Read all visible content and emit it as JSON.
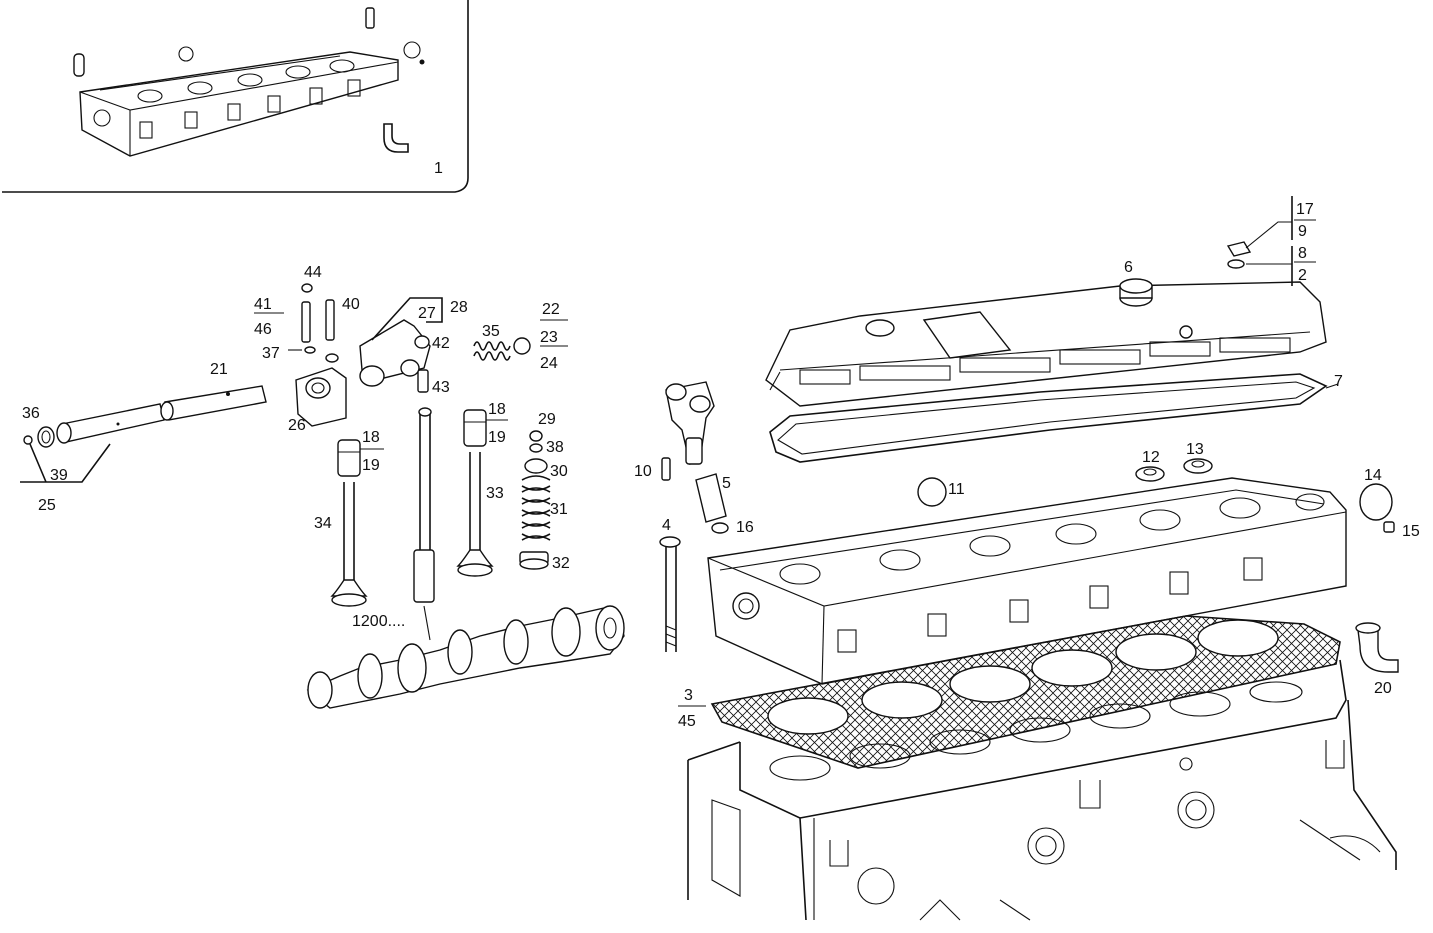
{
  "labels": {
    "l1": "1",
    "l2": "2",
    "l3": "3",
    "l4": "4",
    "l5": "5",
    "l6": "6",
    "l7": "7",
    "l8": "8",
    "l9": "9",
    "l10": "10",
    "l11": "11",
    "l12": "12",
    "l13": "13",
    "l14": "14",
    "l15": "15",
    "l16": "16",
    "l17": "17",
    "l18a": "18",
    "l18b": "18",
    "l19a": "19",
    "l19b": "19",
    "l20": "20",
    "l21": "21",
    "l22": "22",
    "l23": "23",
    "l24": "24",
    "l25": "25",
    "l26": "26",
    "l27": "27",
    "l28": "28",
    "l29": "29",
    "l30": "30",
    "l31": "31",
    "l32": "32",
    "l33": "33",
    "l34": "34",
    "l35": "35",
    "l36": "36",
    "l37": "37",
    "l38": "38",
    "l39": "39",
    "l40": "40",
    "l41": "41",
    "l42": "42",
    "l43": "43",
    "l44": "44",
    "l45": "45",
    "l46": "46",
    "l1200": "1200...."
  }
}
